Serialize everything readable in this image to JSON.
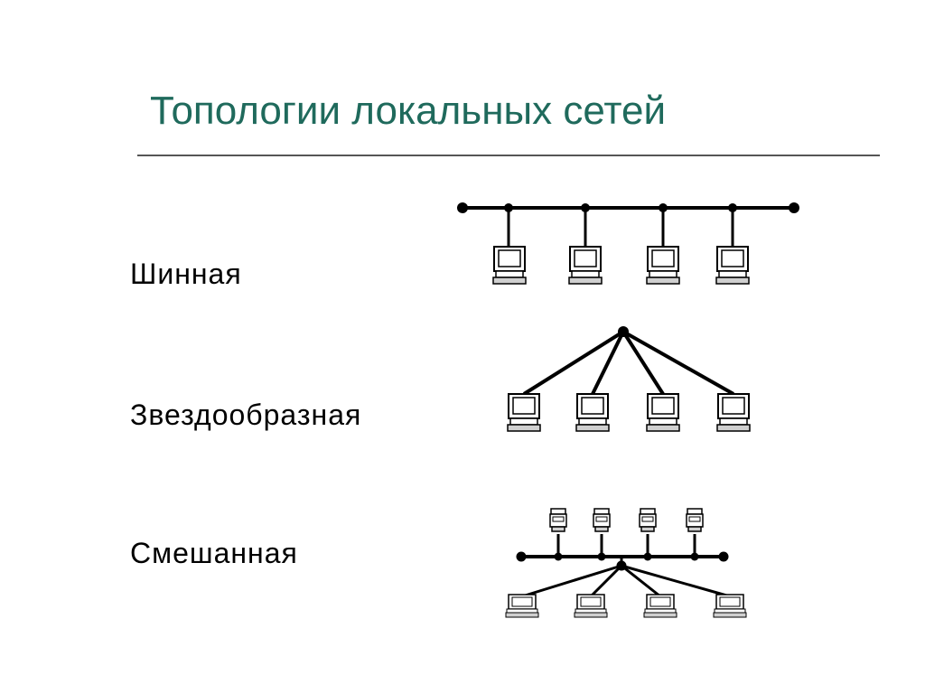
{
  "slide": {
    "title": "Топологии локальных сетей"
  },
  "topologies": [
    {
      "label": "Шинная"
    },
    {
      "label": "Звездообразная"
    },
    {
      "label": "Смешанная"
    }
  ],
  "colors": {
    "title": "#1f6a5c",
    "rule": "#555555",
    "lines": "#000000",
    "computer_fill": "#ffffff",
    "keyboard_fill": "#d0d0d0"
  }
}
